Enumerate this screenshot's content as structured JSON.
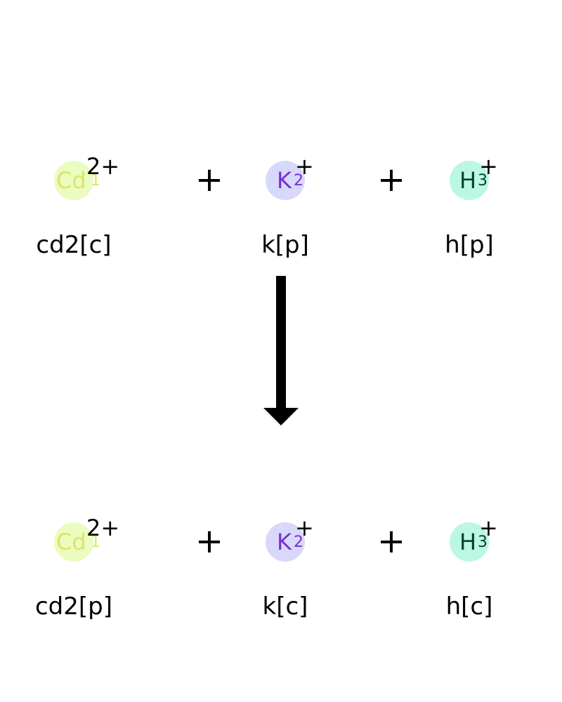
{
  "colors": {
    "cd_fill": "#eafcc0",
    "cd_text": "#dde468",
    "k_fill": "#d8d8fa",
    "k_text": "#7a2fd0",
    "h_fill": "#baf8e2",
    "h_text": "#0b3d31"
  },
  "reactants": [
    {
      "symbol": "Cd",
      "index": "1",
      "charge": "2+",
      "label": "cd2[c]"
    },
    {
      "symbol": "K",
      "index": "2",
      "charge": "+",
      "label": "k[p]"
    },
    {
      "symbol": "H",
      "index": "3",
      "charge": "+",
      "label": "h[p]"
    }
  ],
  "products": [
    {
      "symbol": "Cd",
      "index": "1",
      "charge": "2+",
      "label": "cd2[p]"
    },
    {
      "symbol": "K",
      "index": "2",
      "charge": "+",
      "label": "k[c]"
    },
    {
      "symbol": "H",
      "index": "3",
      "charge": "+",
      "label": "h[c]"
    }
  ],
  "operators": {
    "plus": "+"
  }
}
